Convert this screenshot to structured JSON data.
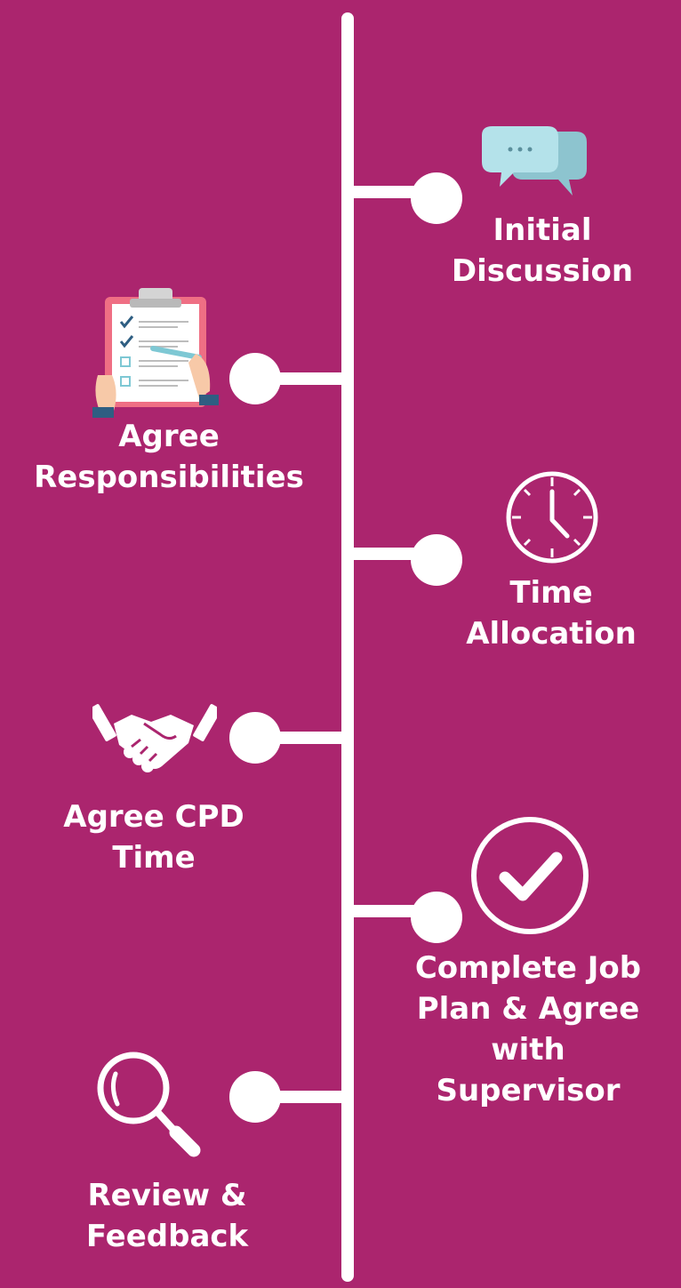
{
  "colors": {
    "background": "#ab256e",
    "line": "#ffffff",
    "text": "#ffffff"
  },
  "steps": [
    {
      "line1": "Initial",
      "line2": "Discussion",
      "side": "right",
      "icon": "chat-bubbles-icon"
    },
    {
      "line1": "Agree",
      "line2": "Responsibilities",
      "side": "left",
      "icon": "clipboard-checklist-icon"
    },
    {
      "line1": "Time",
      "line2": "Allocation",
      "side": "right",
      "icon": "clock-icon"
    },
    {
      "line1": "Agree CPD",
      "line2": "Time",
      "side": "left",
      "icon": "handshake-icon"
    },
    {
      "line1": "Complete Job",
      "line2": "Plan & Agree",
      "line3": "with",
      "line4": "Supervisor",
      "side": "right",
      "icon": "checkmark-circle-icon"
    },
    {
      "line1": "Review &",
      "line2": "Feedback",
      "side": "left",
      "icon": "magnifier-icon"
    }
  ]
}
